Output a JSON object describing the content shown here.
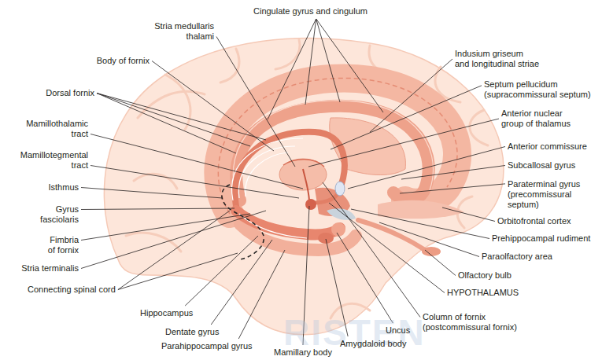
{
  "diagram": {
    "labels": [
      "Cingulate gyrus and cingulum",
      "Stria medullaris thalami",
      "Body of fornix",
      "Dorsal fornix",
      "Mamillothalamic tract",
      "Mamillotegmental tract",
      "Isthmus",
      "Gyrus fasciolaris",
      "Fimbria of fornix",
      "Stria terminalis",
      "Connecting spinal cord",
      "Hippocampus",
      "Dentate gyrus",
      "Parahippocampal gyrus",
      "Mamillary body",
      "Amygdaloid body",
      "Uncus",
      "Column of fornix (postcommissural fornix)",
      "HYPOTHALAMUS",
      "Olfactory bulb",
      "Paraolfactory area",
      "Prehippocampal rudiment",
      "Orbitofrontal cortex",
      "Paraterminal gyrus (precommissural septum)",
      "Subcallosal gyrus",
      "Anterior commissure",
      "Anterior nuclear group of thalamus",
      "Septum pellucidum (supracommissural septum)",
      "Indusium griseum and longitudinal striae",
      "RISTEN"
    ]
  }
}
